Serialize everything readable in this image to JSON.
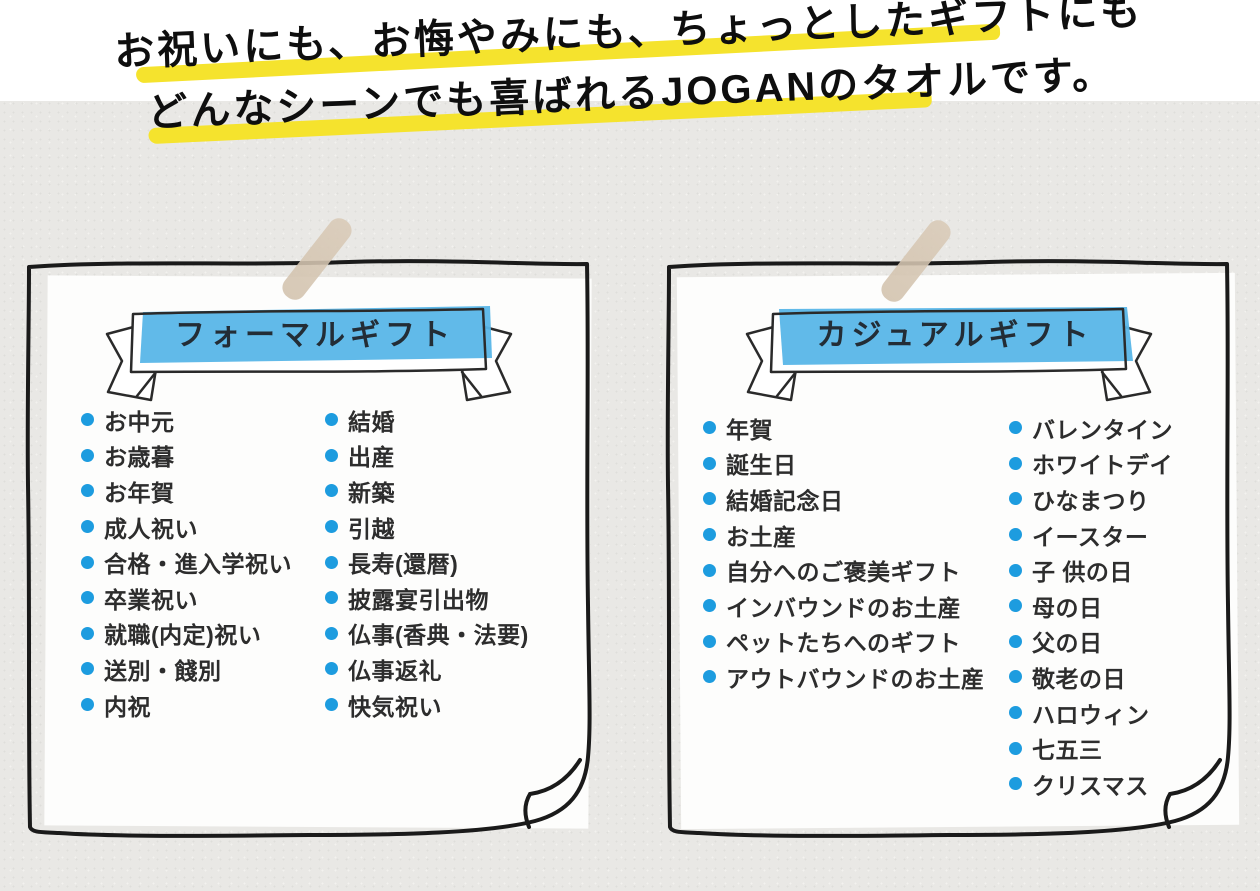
{
  "headline": {
    "line1": "お祝いにも、お悔やみにも、ちょっとしたギフトにも",
    "line2": "どんなシーンでも喜ばれるJOGANのタオルです。",
    "brand": "JOGAN"
  },
  "cards": [
    {
      "title": "フォーマルギフト",
      "columns": [
        [
          "お中元",
          "お歳暮",
          "お年賀",
          "成人祝い",
          "合格・進入学祝い",
          "卒業祝い",
          "就職(内定)祝い",
          "送別・餞別",
          "内祝"
        ],
        [
          "結婚",
          "出産",
          "新築",
          "引越",
          "長寿(還暦)",
          "披露宴引出物",
          "仏事(香典・法要)",
          "仏事返礼",
          "快気祝い"
        ]
      ]
    },
    {
      "title": "カジュアルギフト",
      "columns": [
        [
          "年賀",
          "誕生日",
          "結婚記念日",
          "お土産",
          "自分へのご褒美ギフト",
          "インバウンドのお土産",
          "ペットたちへのギフト",
          "アウトバウンドのお土産"
        ],
        [
          "バレンタイン",
          "ホワイトデイ",
          "ひなまつり",
          "イースター",
          "子 供の日",
          "母の日",
          "父の日",
          "敬老の日",
          "ハロウィン",
          "七五三",
          "クリスマス"
        ]
      ]
    }
  ],
  "colors": {
    "highlight_yellow": "#f5e32d",
    "ribbon_blue": "#58b6e8",
    "bullet_blue": "#1d9cdf",
    "tape_beige": "#d6c7b3",
    "ink_black": "#1a1a1a",
    "background_gray": "#e9e8e5",
    "paper_white": "#fdfdfc"
  }
}
